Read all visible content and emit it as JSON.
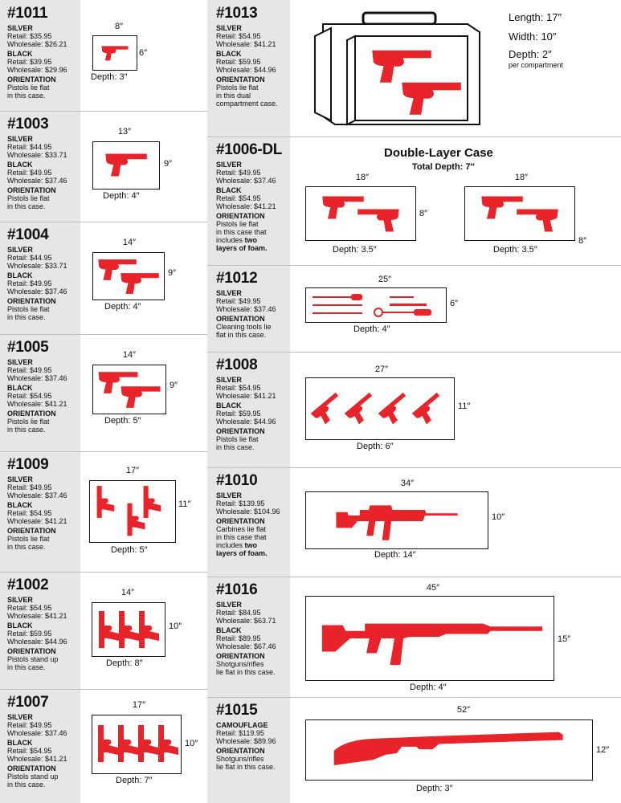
{
  "products": {
    "p1011": {
      "number": "#1011",
      "silver_label": "SILVER",
      "silver_retail": "Retail: $35.95",
      "silver_wholesale": "Wholesale: $26.21",
      "black_label": "BLACK",
      "black_retail": "Retail: $39.95",
      "black_wholesale": "Wholesale: $29.96",
      "orientation_label": "ORIENTATION",
      "orientation": [
        "Pistols lie flat",
        "in this case."
      ],
      "width": "8″",
      "height": "6″",
      "depth": "Depth: 3″"
    },
    "p1003": {
      "number": "#1003",
      "silver_label": "SILVER",
      "silver_retail": "Retail: $44.95",
      "silver_wholesale": "Wholesale: $33.71",
      "black_label": "BLACK",
      "black_retail": "Retail: $49.95",
      "black_wholesale": "Wholesale: $37.46",
      "orientation_label": "ORIENTATION",
      "orientation": [
        "Pistols lie flat",
        "in this case."
      ],
      "width": "13″",
      "height": "9″",
      "depth": "Depth: 4″"
    },
    "p1004": {
      "number": "#1004",
      "silver_label": "SILVER",
      "silver_retail": "Retail: $44.95",
      "silver_wholesale": "Wholesale: $33.71",
      "black_label": "BLACK",
      "black_retail": "Retail: $49.95",
      "black_wholesale": "Wholesale: $37.46",
      "orientation_label": "ORIENTATION",
      "orientation": [
        "Pistols lie flat",
        "in this case."
      ],
      "width": "14″",
      "height": "9″",
      "depth": "Depth: 4″"
    },
    "p1005": {
      "number": "#1005",
      "silver_label": "SILVER",
      "silver_retail": "Retail: $49.95",
      "silver_wholesale": "Wholesale: $37.46",
      "black_label": "BLACK",
      "black_retail": "Retail: $54.95",
      "black_wholesale": "Wholesale: $41.21",
      "orientation_label": "ORIENTATION",
      "orientation": [
        "Pistols lie flat",
        "in this case."
      ],
      "width": "14″",
      "height": "9″",
      "depth": "Depth: 5″"
    },
    "p1009": {
      "number": "#1009",
      "silver_label": "SILVER",
      "silver_retail": "Retail: $49.95",
      "silver_wholesale": "Wholesale: $37.46",
      "black_label": "BLACK",
      "black_retail": "Retail: $54.95",
      "black_wholesale": "Wholesale: $41.21",
      "orientation_label": "ORIENTATION",
      "orientation": [
        "Pistols lie flat",
        "in this case."
      ],
      "width": "17″",
      "height": "11″",
      "depth": "Depth: 5″"
    },
    "p1002": {
      "number": "#1002",
      "silver_label": "SILVER",
      "silver_retail": "Retail: $54.95",
      "silver_wholesale": "Wholesale: $41.21",
      "black_label": "BLACK",
      "black_retail": "Retail: $59.95",
      "black_wholesale": "Wholesale: $44.96",
      "orientation_label": "ORIENTATION",
      "orientation": [
        "Pistols stand up",
        "in this case."
      ],
      "width": "14″",
      "height": "10″",
      "depth": "Depth: 8″"
    },
    "p1007": {
      "number": "#1007",
      "silver_label": "SILVER",
      "silver_retail": "Retail: $49.95",
      "silver_wholesale": "Wholesale: $37.46",
      "black_label": "BLACK",
      "black_retail": "Retail: $54.95",
      "black_wholesale": "Wholesale: $41.21",
      "orientation_label": "ORIENTATION",
      "orientation": [
        "Pistols stand up",
        "in this case."
      ],
      "width": "17″",
      "height": "10″",
      "depth": "Depth: 7″"
    },
    "p1013": {
      "number": "#1013",
      "silver_label": "SILVER",
      "silver_retail": "Retail: $54.95",
      "silver_wholesale": "Wholesale: $41.21",
      "black_label": "BLACK",
      "black_retail": "Retail: $59.95",
      "black_wholesale": "Wholesale: $44.96",
      "orientation_label": "ORIENTATION",
      "orientation": [
        "Pistols lie flat",
        "in this dual",
        "compartment case."
      ],
      "length": "Length: 17″",
      "width": "Width: 10″",
      "depth": "Depth: 2″",
      "depth_note": "per compartment"
    },
    "p1006dl": {
      "number": "#1006-DL",
      "silver_label": "SILVER",
      "silver_retail": "Retail: $49.95",
      "silver_wholesale": "Wholesale: $37.46",
      "black_label": "BLACK",
      "black_retail": "Retail: $54.95",
      "black_wholesale": "Wholesale: $41.21",
      "orientation_label": "ORIENTATION",
      "orientation": [
        "Pistols lie flat",
        "in this case that",
        "includes "
      ],
      "orientation_bold": [
        "two",
        "layers of foam."
      ],
      "title": "Double-Layer Case",
      "total_depth": "Total Depth: 7″",
      "width_a": "18″",
      "height_a": "8″",
      "depth_a": "Depth: 3.5″",
      "width_b": "18″",
      "height_b": "8″",
      "depth_b": "Depth: 3.5″"
    },
    "p1012": {
      "number": "#1012",
      "silver_label": "SILVER",
      "silver_retail": "Retail: $49.95",
      "silver_wholesale": "Wholesale: $37.46",
      "orientation_label": "ORIENTATION",
      "orientation": [
        "Cleaning tools lie",
        "flat in this case."
      ],
      "width": "25″",
      "height": "6″",
      "depth": "Depth: 4″"
    },
    "p1008": {
      "number": "#1008",
      "silver_label": "SILVER",
      "silver_retail": "Retail: $54.95",
      "silver_wholesale": "Wholesale: $41.21",
      "black_label": "BLACK",
      "black_retail": "Retail: $59.95",
      "black_wholesale": "Wholesale: $44.96",
      "orientation_label": "ORIENTATION",
      "orientation": [
        "Pistols lie flat",
        "in this case."
      ],
      "width": "27″",
      "height": "11″",
      "depth": "Depth: 6″"
    },
    "p1010": {
      "number": "#1010",
      "silver_label": "SILVER",
      "silver_retail": "Retail: $139.95",
      "silver_wholesale": "Wholesale: $104.96",
      "orientation_label": "ORIENTATION",
      "orientation": [
        "Carbines lie flat",
        "in this case that",
        "includes "
      ],
      "orientation_bold": [
        "two",
        "layers of foam."
      ],
      "width": "34″",
      "height": "10″",
      "depth": "Depth: 14″"
    },
    "p1016": {
      "number": "#1016",
      "silver_label": "SILVER",
      "silver_retail": "Retail: $84.95",
      "silver_wholesale": "Wholesale: $63.71",
      "black_label": "BLACK",
      "black_retail": "Retail: $89.95",
      "black_wholesale": "Wholesale: $67.46",
      "orientation_label": "ORIENTATION",
      "orientation": [
        "Shotguns/rifles",
        "lie flat in this case."
      ],
      "width": "45″",
      "height": "15″",
      "depth": "Depth: 4″"
    },
    "p1015": {
      "number": "#1015",
      "camo_label": "CAMOUFLAGE",
      "camo_retail": "Retail: $119.95",
      "camo_wholesale": "Wholesale: $89.96",
      "orientation_label": "ORIENTATION",
      "orientation": [
        "Shotguns/rifles",
        "lie flat in this case."
      ],
      "width": "52″",
      "height": "12″",
      "depth": "Depth: 3″"
    }
  },
  "colors": {
    "foam_red": "#e8232a",
    "sidebar_gray": "#e6e6e8",
    "divider": "#bdbdbd"
  },
  "icons": [
    "pistol-icon",
    "rifle-icon",
    "carbine-icon",
    "shotgun-icon",
    "cleaning-tools-icon",
    "briefcase-icon"
  ]
}
